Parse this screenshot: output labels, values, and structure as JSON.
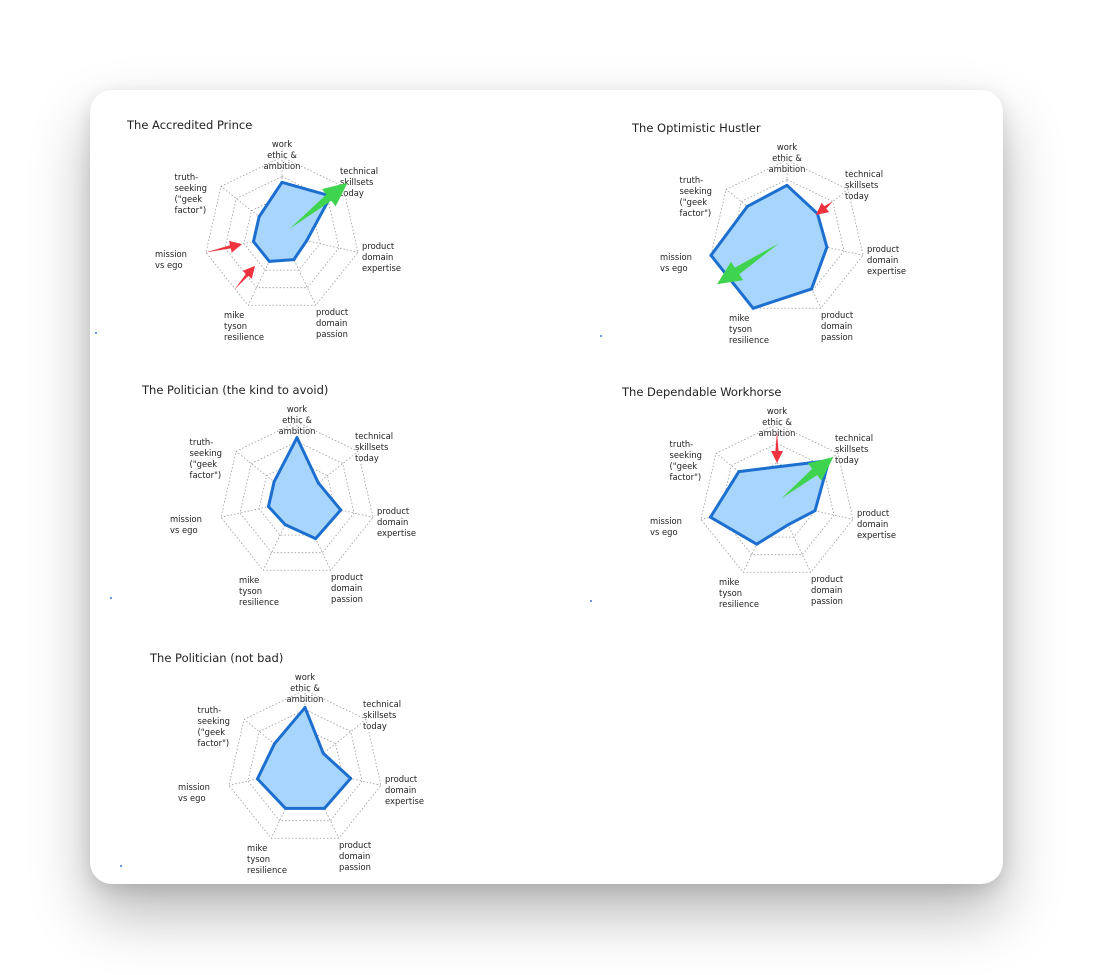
{
  "colors": {
    "fill": "#a8d5fb",
    "stroke": "#1c6fcf",
    "grid": "#9a9a9a",
    "up_arrow": "#3fd44f",
    "down_arrow": "#f0323f"
  },
  "chart_data": [
    {
      "type": "radar",
      "title": "The Accredited Prince",
      "axes": [
        "work ethic & ambition",
        "technical skillsets today",
        "product domain expertise",
        "product domain passion",
        "mike tyson resilience",
        "mission vs ego",
        "truth-seeking\n(\"geek factor\")"
      ],
      "rlim": [
        0,
        4
      ],
      "rings": 4,
      "values": [
        2.7,
        3.2,
        1.3,
        1.4,
        1.5,
        1.5,
        1.5
      ],
      "annotations": [
        {
          "type": "arrow",
          "meaning": "increase",
          "axis": 1,
          "from": 0.5,
          "to": 4.3,
          "color": "#3fd44f"
        },
        {
          "type": "arrow",
          "meaning": "decrease",
          "axis": 5,
          "from": 4.0,
          "to": 2.1,
          "color": "#f0323f"
        },
        {
          "type": "arrow",
          "meaning": "decrease",
          "axis": 4.3,
          "from": 3.7,
          "to": 2.1,
          "color": "#f0323f"
        }
      ]
    },
    {
      "type": "radar",
      "title": "The Optimistic Hustler",
      "axes": [
        "work ethic & ambition",
        "technical skillsets today",
        "product domain expertise",
        "product domain passion",
        "mike tyson resilience",
        "mission vs ego",
        "truth-seeking\n(\"geek factor\")"
      ],
      "rlim": [
        0,
        4
      ],
      "rings": 4,
      "values": [
        2.7,
        2.0,
        2.1,
        2.9,
        4.0,
        4.0,
        2.6
      ],
      "annotations": [
        {
          "type": "arrow",
          "meaning": "decrease",
          "axis": 1,
          "from": 3.0,
          "to": 1.9,
          "color": "#f0323f"
        },
        {
          "type": "arrow",
          "meaning": "increase",
          "axis": 4.6,
          "from": 0.5,
          "to": 4.3,
          "color": "#3fd44f"
        }
      ]
    },
    {
      "type": "radar",
      "title": "The Politician (the kind to avoid)",
      "axes": [
        "work ethic & ambition",
        "technical skillsets today",
        "product domain expertise",
        "product domain passion",
        "mike tyson resilience",
        "mission vs ego",
        "truth-seeking\n(\"geek factor\")"
      ],
      "rlim": [
        0,
        4
      ],
      "rings": 4,
      "values": [
        3.2,
        1.4,
        2.3,
        2.2,
        1.4,
        1.5,
        1.5
      ],
      "annotations": []
    },
    {
      "type": "radar",
      "title": "The Dependable Workhorse",
      "axes": [
        "work ethic & ambition",
        "technical skillsets today",
        "product domain expertise",
        "product domain passion",
        "mike tyson resilience",
        "mission vs ego",
        "truth-seeking\n(\"geek factor\")"
      ],
      "rlim": [
        0,
        4
      ],
      "rings": 4,
      "values": [
        1.8,
        3.4,
        2.0,
        1.3,
        2.4,
        3.5,
        2.5
      ],
      "annotations": [
        {
          "type": "arrow",
          "meaning": "decrease",
          "axis": 0,
          "from": 3.6,
          "to": 2.0,
          "color": "#f0323f"
        },
        {
          "type": "arrow",
          "meaning": "increase",
          "axis": 1,
          "from": 0.3,
          "to": 3.7,
          "color": "#3fd44f"
        }
      ]
    },
    {
      "type": "radar",
      "title": "The Politician (not bad)",
      "axes": [
        "work ethic & ambition",
        "technical skillsets today",
        "product domain expertise",
        "product domain passion",
        "mike tyson resilience",
        "mission vs ego",
        "truth-seeking\n(\"geek factor\")"
      ],
      "rlim": [
        0,
        4
      ],
      "rings": 4,
      "values": [
        3.1,
        1.2,
        2.4,
        2.3,
        2.3,
        2.5,
        2.0
      ],
      "annotations": []
    }
  ]
}
